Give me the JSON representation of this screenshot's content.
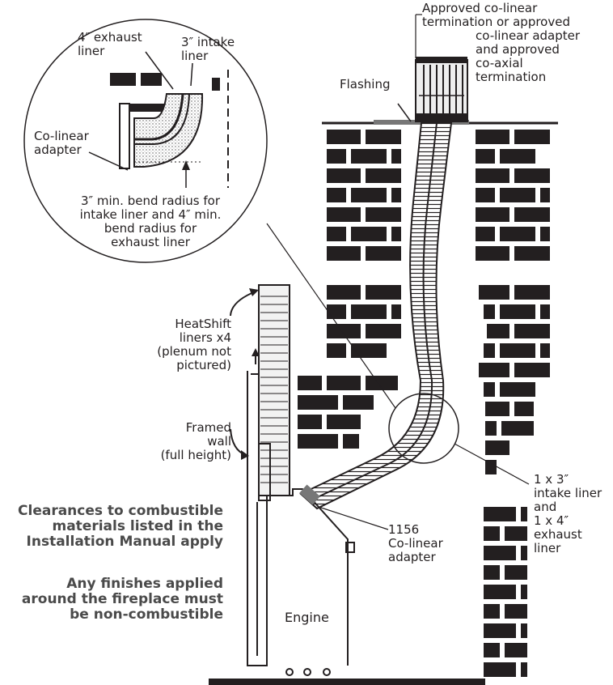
{
  "labels": {
    "termination": [
      "Approved co-linear",
      "termination or approved",
      "co-linear adapter",
      "and approved",
      "co-axial",
      "termination"
    ],
    "flashing": "Flashing",
    "exhaust_liner": [
      "4″ exhaust",
      "liner"
    ],
    "intake_liner": [
      "3″ intake",
      "liner"
    ],
    "colinear_adapter_inset": [
      "Co-linear",
      "adapter"
    ],
    "bend_radius": [
      "3″ min. bend radius for",
      "intake liner and 4″ min.",
      "bend radius for",
      "exhaust liner"
    ],
    "heatshift": [
      "HeatShift",
      "liners x4",
      "(plenum not",
      "pictured)"
    ],
    "framed_wall": [
      "Framed",
      "wall",
      "(full height)"
    ],
    "liners": [
      "1 x 3″",
      "intake liner",
      "and",
      "1 x 4″",
      "exhaust",
      "liner"
    ],
    "adapter_1156": [
      "1156",
      "Co-linear",
      "adapter"
    ],
    "engine": "Engine"
  },
  "notes": {
    "clearances": [
      "Clearances to combustible",
      "materials listed in the",
      "Installation Manual apply"
    ],
    "finishes": [
      "Any finishes applied",
      "around the fireplace must",
      "be non-combustible"
    ]
  }
}
